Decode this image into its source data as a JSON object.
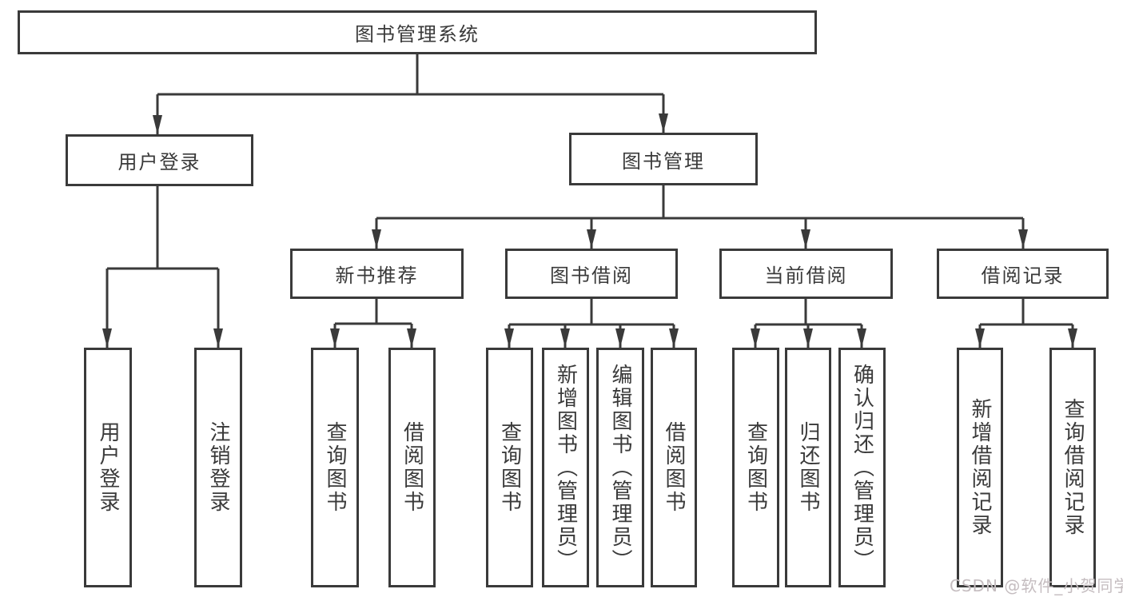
{
  "tree": {
    "root": {
      "label": "图书管理系统"
    },
    "branches": [
      {
        "label": "用户登录",
        "leaves": [
          {
            "label": "用户登录"
          },
          {
            "label": "注销登录"
          }
        ]
      },
      {
        "label": "图书管理",
        "groups": [
          {
            "label": "新书推荐",
            "leaves": [
              {
                "label": "查询图书"
              },
              {
                "label": "借阅图书"
              }
            ]
          },
          {
            "label": "图书借阅",
            "leaves": [
              {
                "label": "查询图书"
              },
              {
                "label": "新增图书（管理员）"
              },
              {
                "label": "编辑图书（管理员）"
              },
              {
                "label": "借阅图书"
              }
            ]
          },
          {
            "label": "当前借阅",
            "leaves": [
              {
                "label": "查询图书"
              },
              {
                "label": "归还图书"
              },
              {
                "label": "确认归还（管理员）"
              }
            ]
          },
          {
            "label": "借阅记录",
            "leaves": [
              {
                "label": "新增借阅记录"
              },
              {
                "label": "查询借阅记录"
              }
            ]
          }
        ]
      }
    ]
  },
  "watermark": {
    "text": "CSDN @软件_小贺同学"
  },
  "colors": {
    "border": "#3a3a3a",
    "line": "#3a3a3a",
    "text": "#3a3a3a",
    "background": "#ffffff",
    "watermark": "#c5bdc0"
  }
}
